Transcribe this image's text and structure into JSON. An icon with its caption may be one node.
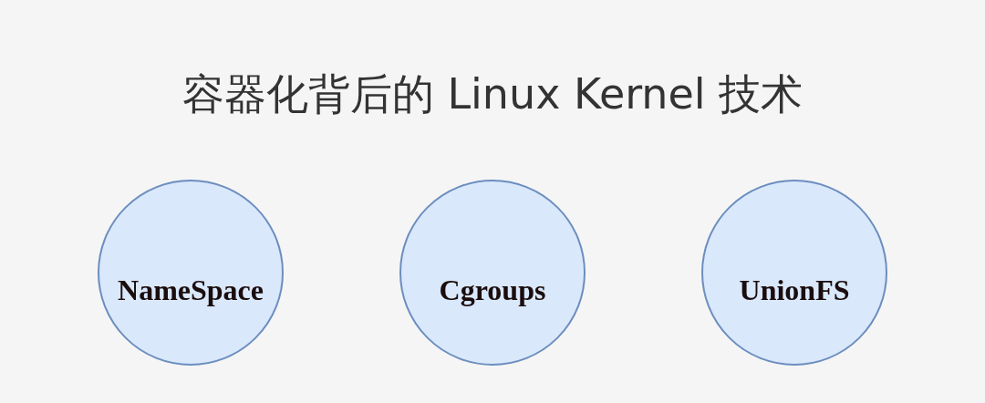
{
  "diagram": {
    "title": "容器化背后的 Linux Kernel 技术",
    "nodes": [
      {
        "text": [
          "NameSpace"
        ]
      },
      {
        "text": [
          "Cgroups"
        ]
      },
      {
        "text": [
          "UnionFS"
        ]
      }
    ]
  }
}
